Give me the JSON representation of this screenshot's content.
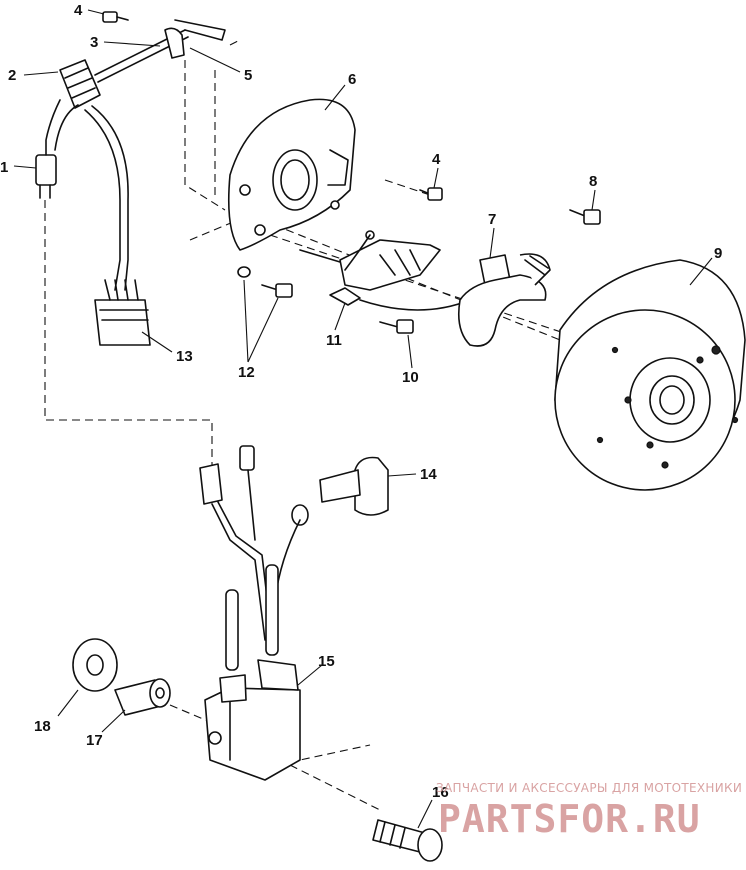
{
  "callouts": [
    {
      "id": "1",
      "label": "1"
    },
    {
      "id": "2",
      "label": "2"
    },
    {
      "id": "3",
      "label": "3"
    },
    {
      "id": "4a",
      "label": "4"
    },
    {
      "id": "5",
      "label": "5"
    },
    {
      "id": "6",
      "label": "6"
    },
    {
      "id": "4b",
      "label": "4"
    },
    {
      "id": "8",
      "label": "8"
    },
    {
      "id": "7",
      "label": "7"
    },
    {
      "id": "9",
      "label": "9"
    },
    {
      "id": "11",
      "label": "11"
    },
    {
      "id": "12",
      "label": "12"
    },
    {
      "id": "13",
      "label": "13"
    },
    {
      "id": "10",
      "label": "10"
    },
    {
      "id": "14",
      "label": "14"
    },
    {
      "id": "15",
      "label": "15"
    },
    {
      "id": "18",
      "label": "18"
    },
    {
      "id": "17",
      "label": "17"
    },
    {
      "id": "16",
      "label": "16"
    }
  ],
  "watermark": {
    "caption": "ЗАПЧАСТИ И АКСЕССУАРЫ ДЛЯ МОТОТЕХНИКИ",
    "logo": "PARTSFOR.RU",
    "color": "#d9a3a3"
  }
}
